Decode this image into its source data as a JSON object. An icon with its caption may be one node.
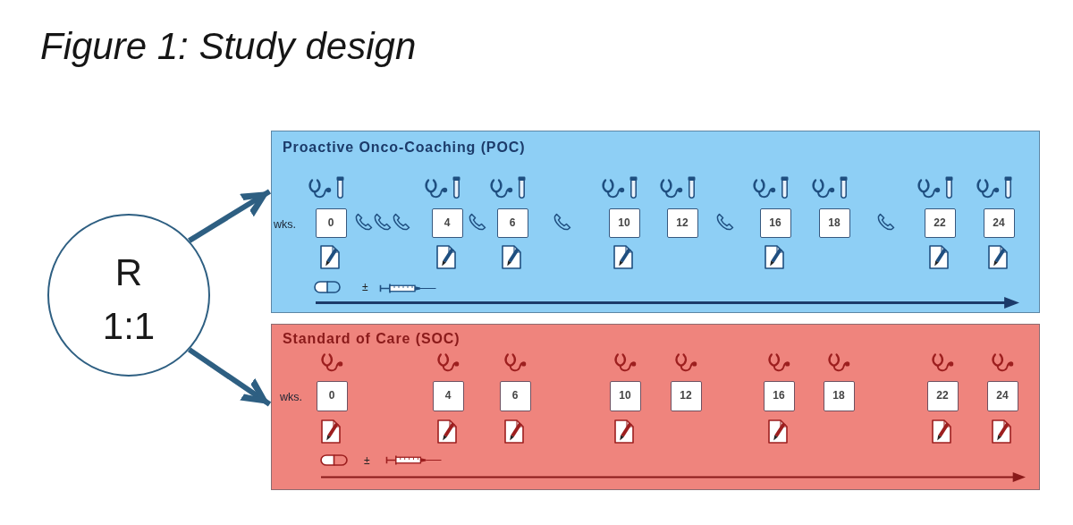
{
  "diagram": {
    "title": "Figure 1: Study design",
    "nodes": [
      {
        "text": [
          "R",
          "1:1"
        ]
      },
      {
        "text": [
          "Proactive Onco-Coaching (POC)",
          "wks.",
          "±"
        ]
      },
      {
        "text": [
          "0"
        ],
        "in": 1
      },
      {
        "text": [
          "4"
        ],
        "in": 1
      },
      {
        "text": [
          "6"
        ],
        "in": 1
      },
      {
        "text": [
          "10"
        ],
        "in": 1
      },
      {
        "text": [
          "12"
        ],
        "in": 1
      },
      {
        "text": [
          "16"
        ],
        "in": 1
      },
      {
        "text": [
          "18"
        ],
        "in": 1
      },
      {
        "text": [
          "22"
        ],
        "in": 1
      },
      {
        "text": [
          "24"
        ],
        "in": 1
      },
      {
        "text": [
          "Standard of Care (SOC)",
          "wks.",
          "±"
        ]
      },
      {
        "text": [
          "0"
        ],
        "in": 11
      },
      {
        "text": [
          "4"
        ],
        "in": 11
      },
      {
        "text": [
          "6"
        ],
        "in": 11
      },
      {
        "text": [
          "10"
        ],
        "in": 11
      },
      {
        "text": [
          "12"
        ],
        "in": 11
      },
      {
        "text": [
          "16"
        ],
        "in": 11
      },
      {
        "text": [
          "18"
        ],
        "in": 11
      },
      {
        "text": [
          "22"
        ],
        "in": 11
      },
      {
        "text": [
          "24"
        ],
        "in": 11
      }
    ],
    "edges": [
      {
        "from": 0,
        "to": 1,
        "arrow": "to"
      },
      {
        "from": 0,
        "to": 11,
        "arrow": "to"
      }
    ]
  }
}
